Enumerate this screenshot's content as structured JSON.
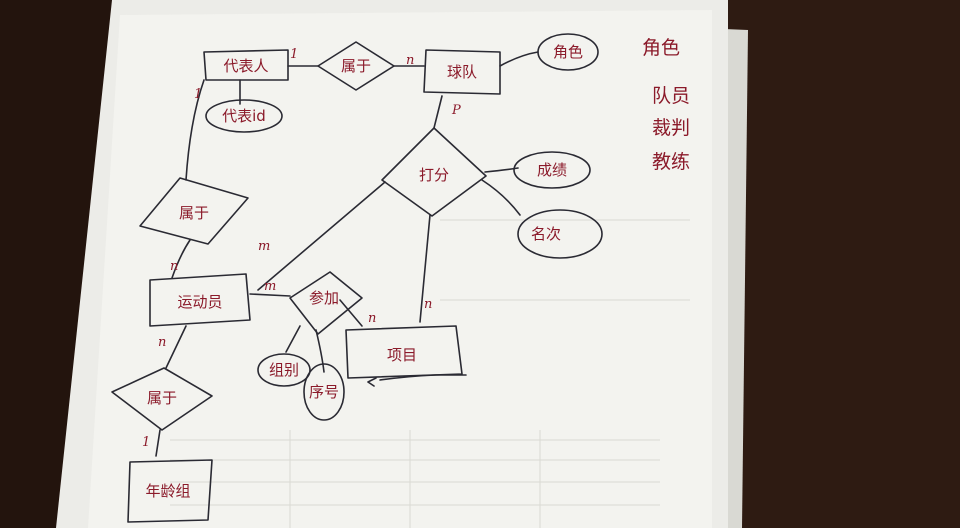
{
  "diagram": {
    "entities": [
      {
        "id": "representative",
        "label": "代表人"
      },
      {
        "id": "team",
        "label": "球队"
      },
      {
        "id": "athlete",
        "label": "运动员"
      },
      {
        "id": "event",
        "label": "项目"
      },
      {
        "id": "age_group",
        "label": "年龄组"
      }
    ],
    "relationships": [
      {
        "id": "rel_belongs_rep_team",
        "label": "属于"
      },
      {
        "id": "rel_belongs_rep_athlete",
        "label": "属于"
      },
      {
        "id": "rel_match",
        "label": "打分"
      },
      {
        "id": "rel_participate",
        "label": "参加"
      },
      {
        "id": "rel_belongs_age",
        "label": "属于"
      }
    ],
    "attributes": [
      {
        "id": "attr_rep_id",
        "label": "代表id"
      },
      {
        "id": "attr_role",
        "label": "角色"
      },
      {
        "id": "attr_score",
        "label": "成绩"
      },
      {
        "id": "attr_rank",
        "label": "名次"
      },
      {
        "id": "attr_group",
        "label": "组别"
      },
      {
        "id": "attr_order",
        "label": "序号"
      }
    ],
    "cardinalities": {
      "rep_to_rel": "1",
      "rel_to_team": "n",
      "rep_down": "1",
      "rel_to_athlete": "n",
      "team_down": "P",
      "athlete_to_match": "m",
      "athlete_to_participate": "m",
      "participate_to_event": "n",
      "match_to_event": "n",
      "athlete_down": "n",
      "rel_to_agegroup": "1"
    },
    "side_notes": [
      "角色",
      "队员",
      "裁判",
      "教练"
    ]
  }
}
